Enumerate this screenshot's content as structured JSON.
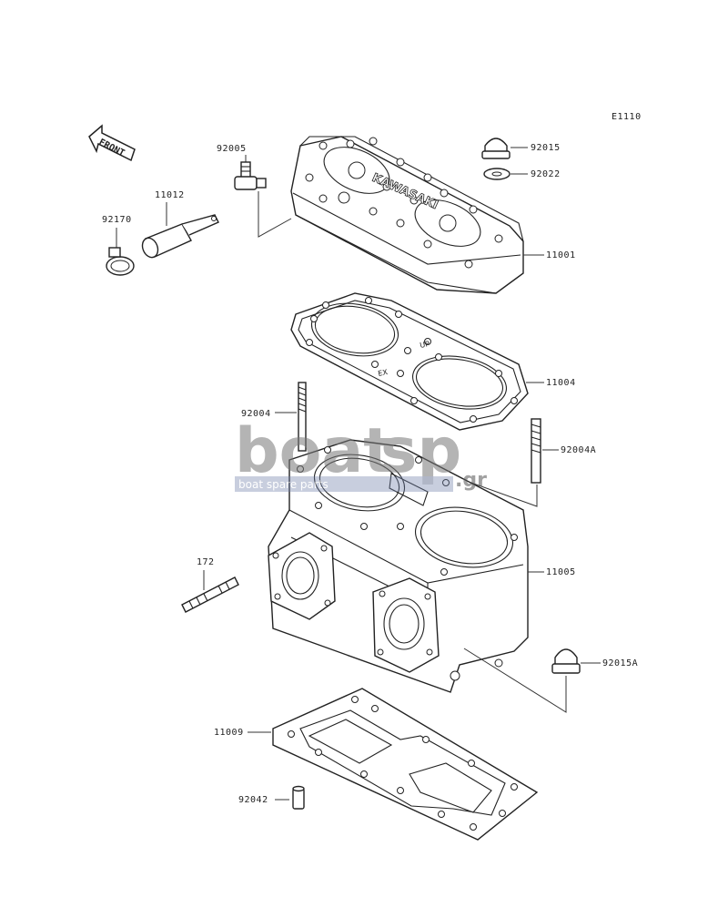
{
  "diagram_code": "E1110",
  "front_label": "FRONT",
  "parts": {
    "p92015": "92015",
    "p92022": "92022",
    "p92005": "92005",
    "p11012": "11012",
    "p92170": "92170",
    "p11001": "11001",
    "p11004": "11004",
    "p92004": "92004",
    "p92004A": "92004A",
    "p172": "172",
    "p11005": "11005",
    "p92015A": "92015A",
    "p11009": "11009",
    "p92042": "92042"
  },
  "gasket_marks": {
    "up": "UP",
    "ex": "EX"
  },
  "head_brand": "KAWASAKI",
  "watermark": {
    "brand_left": "boat",
    "brand_right": "sp",
    "domain": ".gr",
    "tagline": "boat spare parts"
  }
}
